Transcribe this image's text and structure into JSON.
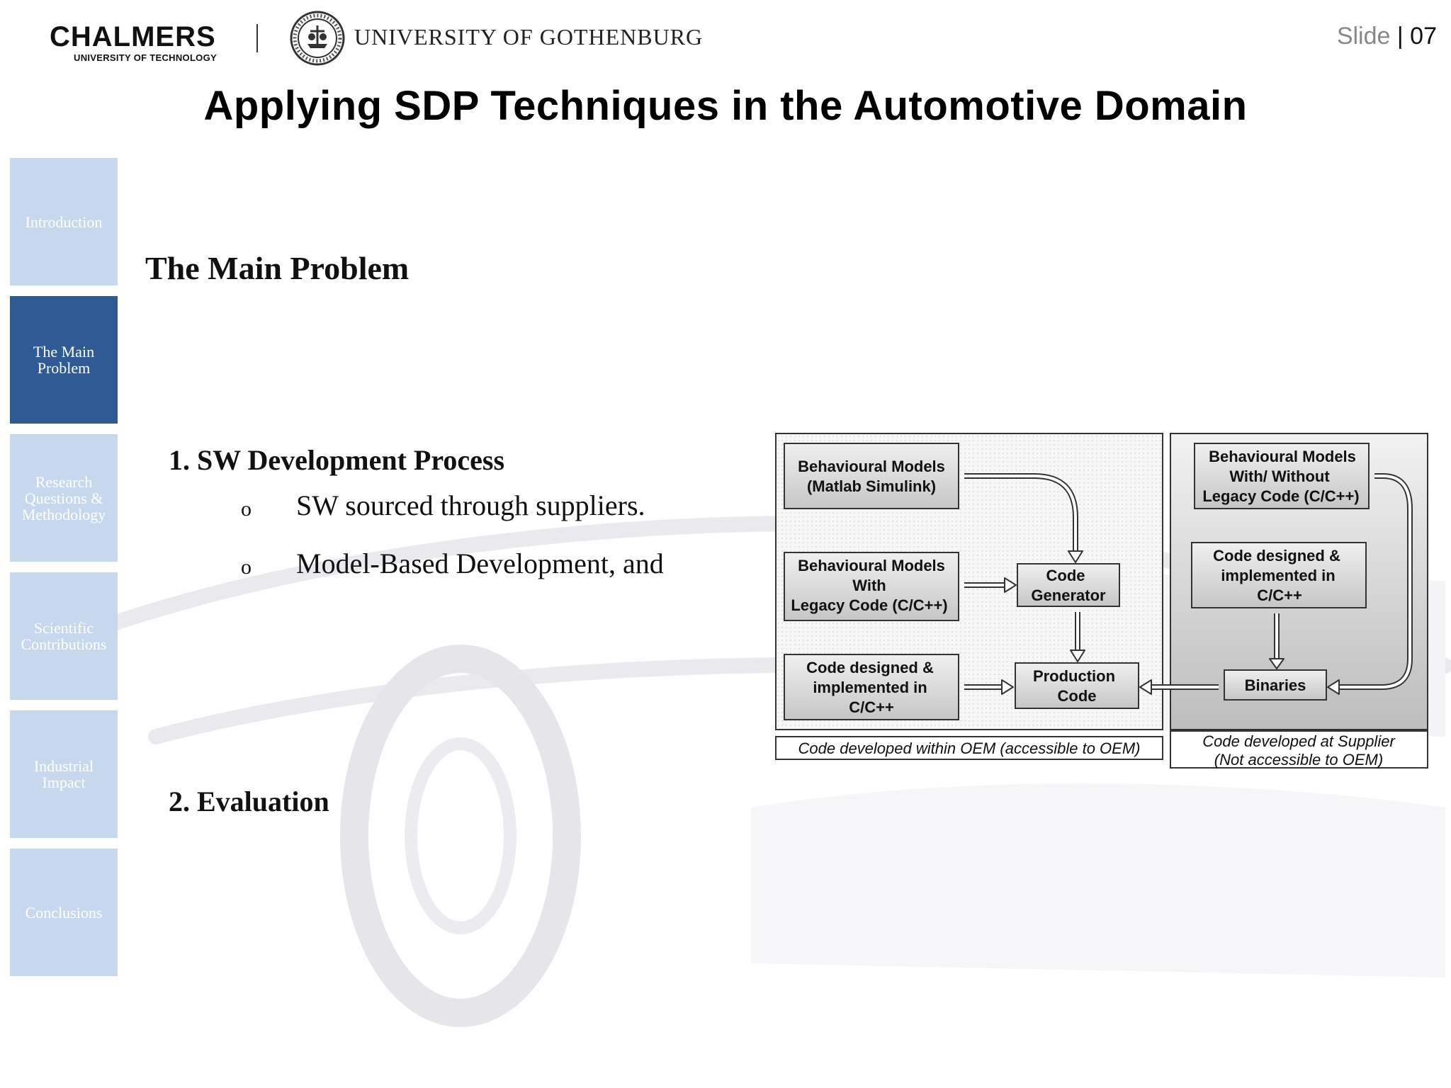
{
  "header": {
    "chalmers_name": "CHALMERS",
    "chalmers_sub": "UNIVERSITY OF TECHNOLOGY",
    "gu_name": "UNIVERSITY OF GOTHENBURG",
    "slide_label": "Slide",
    "slide_separator": " | ",
    "slide_number": "07"
  },
  "title": "Applying SDP Techniques in the Automotive Domain",
  "sidebar": {
    "items": [
      {
        "label": "Introduction"
      },
      {
        "label": "The Main Problem"
      },
      {
        "label": "Research Questions & Methodology"
      },
      {
        "label": "Scientific Contributions"
      },
      {
        "label": "Industrial Impact"
      },
      {
        "label": "Conclusions"
      }
    ],
    "active_index": 1,
    "colors": {
      "inactive": "#c7d8ee",
      "active": "#2f5a94",
      "text": "#ffffff"
    }
  },
  "content": {
    "section_heading": "The Main Problem",
    "points": [
      {
        "heading": "1. SW Development Process",
        "bullets": [
          "SW sourced through suppliers.",
          "Model-Based Development, and"
        ]
      },
      {
        "heading": "2. Evaluation",
        "bullets": []
      }
    ],
    "bullet_symbol": "o"
  },
  "diagram": {
    "oem_boxes": {
      "models_simulink": [
        "Behavioural Models",
        "(Matlab Simulink)"
      ],
      "models_legacy": [
        "Behavioural Models",
        "With",
        "Legacy Code (C/C++)"
      ],
      "code_designed": [
        "Code designed &",
        "implemented  in",
        "C/C++"
      ],
      "code_generator": [
        "Code",
        "Generator"
      ],
      "production_code": [
        "Production",
        "Code"
      ]
    },
    "supplier_boxes": {
      "models_with_without": [
        "Behavioural Models",
        "With/ Without",
        "Legacy Code (C/C++)"
      ],
      "code_designed": [
        "Code designed &",
        "implemented  in",
        "C/C++"
      ],
      "binaries": [
        "Binaries"
      ]
    },
    "oem_caption": "Code developed within OEM (accessible to OEM)",
    "supplier_caption": [
      "Code developed at Supplier",
      "(Not accessible to OEM)"
    ]
  }
}
